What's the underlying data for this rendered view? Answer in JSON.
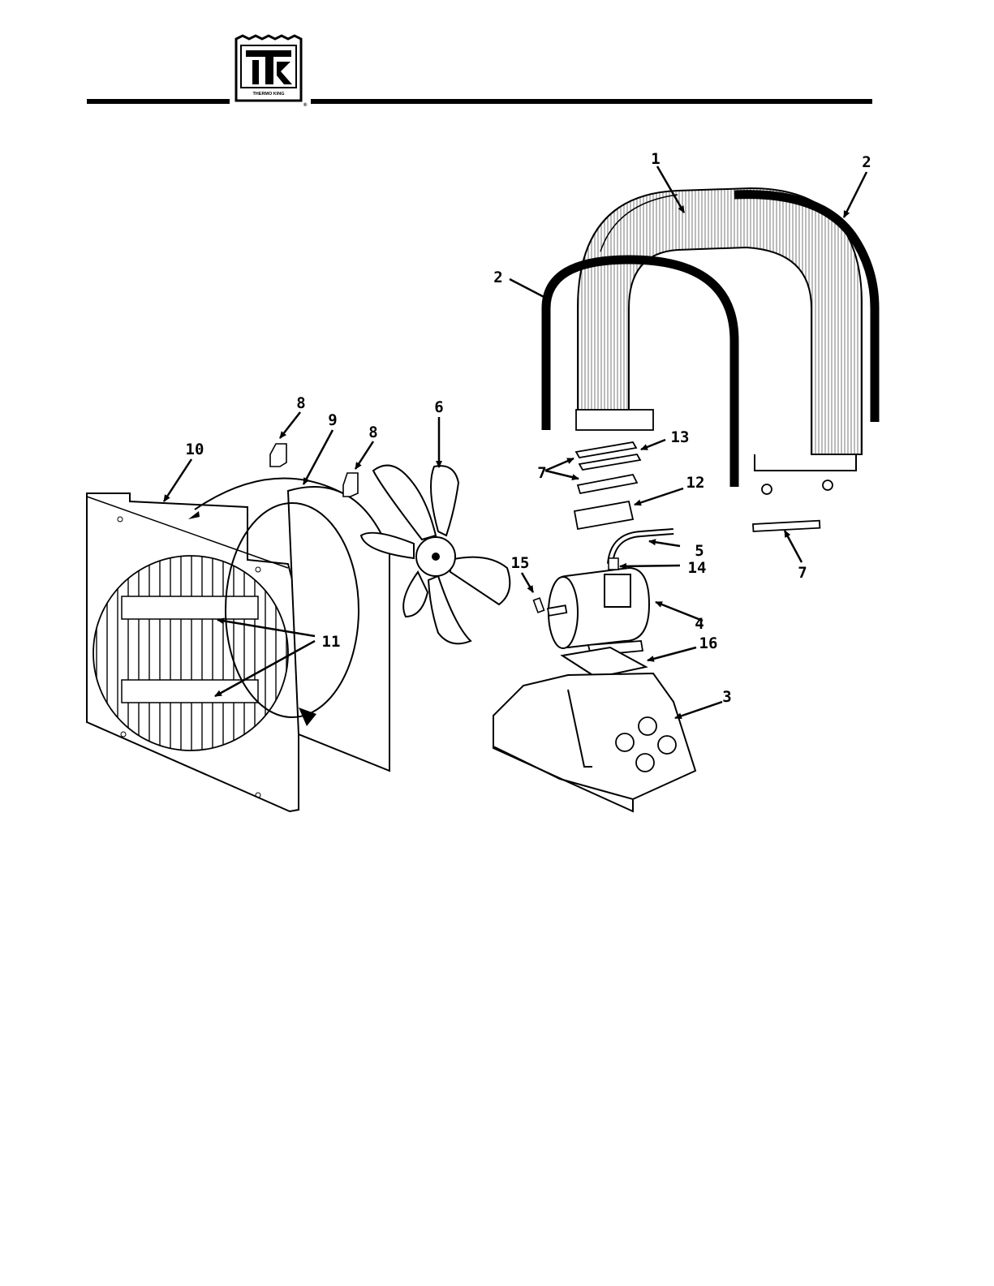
{
  "header": {
    "brand_text": "THERMO KING",
    "registered_mark": "®",
    "rule_color": "#000000"
  },
  "callouts": [
    {
      "key": "c1",
      "text": "1"
    },
    {
      "key": "c2a",
      "text": "2"
    },
    {
      "key": "c2b",
      "text": "2"
    },
    {
      "key": "c3",
      "text": "3"
    },
    {
      "key": "c4",
      "text": "4"
    },
    {
      "key": "c5",
      "text": "5"
    },
    {
      "key": "c6",
      "text": "6"
    },
    {
      "key": "c7a",
      "text": "7"
    },
    {
      "key": "c7b",
      "text": "7"
    },
    {
      "key": "c8a",
      "text": "8"
    },
    {
      "key": "c8b",
      "text": "8"
    },
    {
      "key": "c9",
      "text": "9"
    },
    {
      "key": "c10",
      "text": "10"
    },
    {
      "key": "c11",
      "text": "11"
    },
    {
      "key": "c12",
      "text": "12"
    },
    {
      "key": "c13",
      "text": "13"
    },
    {
      "key": "c14",
      "text": "14"
    },
    {
      "key": "c15",
      "text": "15"
    },
    {
      "key": "c16",
      "text": "16"
    }
  ]
}
